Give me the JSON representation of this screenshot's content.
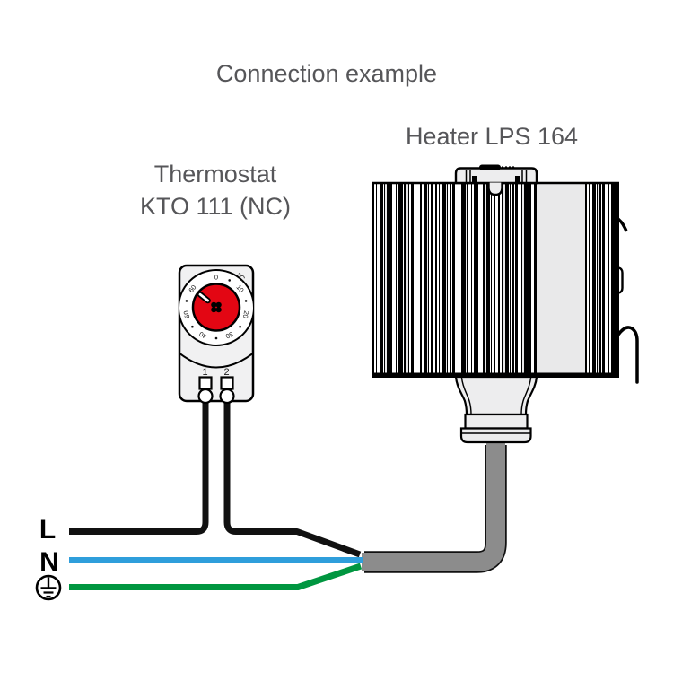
{
  "title": "Connection example",
  "heater": {
    "label": "Heater LPS 164",
    "cable_color": "#8c8c8c"
  },
  "thermostat": {
    "line1": "Thermostat",
    "line2": "KTO 111 (NC)",
    "dial": {
      "unit": "°C",
      "scale": [
        "0",
        "10",
        "20",
        "30",
        "40",
        "50",
        "60"
      ],
      "color": "#e30613",
      "pointer_at": "60"
    },
    "terminals": [
      "1",
      "2"
    ]
  },
  "supply": {
    "l_label": "L",
    "n_label": "N",
    "earth_icon": "protective-earth-icon",
    "l_color": "#111111",
    "n_color": "#2f9edb",
    "earth_color": "#009640"
  }
}
